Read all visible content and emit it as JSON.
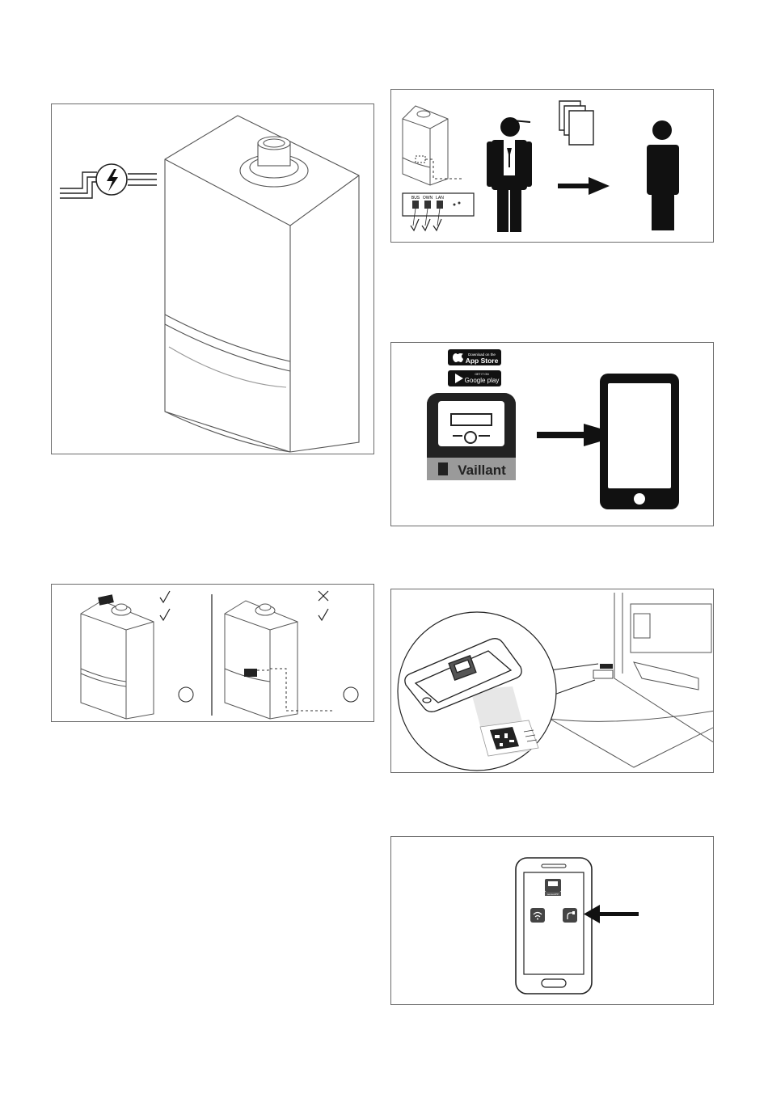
{
  "figures": {
    "installer_handover": {
      "terminal_labels": [
        "BUS",
        "OWN",
        "LAN"
      ]
    },
    "app_download": {
      "app_store_small": "Download on the",
      "app_store_big": "App Store",
      "google_play_small": "GET IT ON",
      "google_play_big": "Google play",
      "brand_name": "Vaillant"
    },
    "phone_app": {
      "tile_caption": "sensoAPP"
    }
  },
  "colors": {
    "line": "#3a3a3a",
    "frame": "#6b6b6b",
    "icon_black": "#111111",
    "brand_dark": "#222222",
    "brand_gray": "#8a8a8a"
  }
}
